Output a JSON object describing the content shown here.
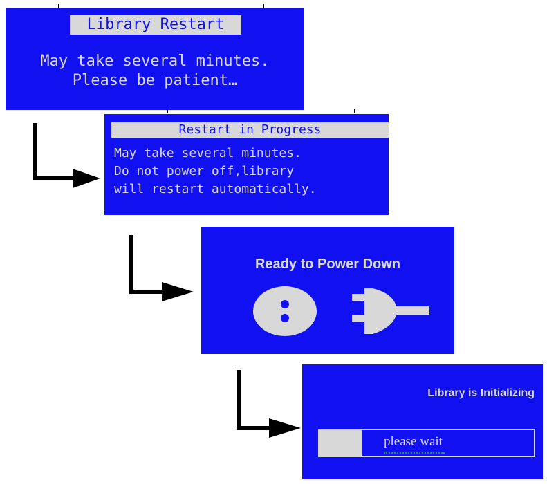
{
  "screens": [
    {
      "title": "Library Restart",
      "lines": [
        "May take several minutes.",
        "Please be patient…"
      ]
    },
    {
      "title": "Restart in Progress",
      "lines": [
        "May take several minutes.",
        "Do not power off,library",
        "will restart automatically."
      ]
    },
    {
      "title": "Ready to Power Down",
      "icons": [
        "power-outlet-icon",
        "power-plug-icon"
      ]
    },
    {
      "title": "Library is Initializing",
      "progress_label": "please wait",
      "progress": 0.2
    }
  ],
  "colors": {
    "screen_background": "#1010f0",
    "screen_text": "#d8d8e8",
    "highlight": "#d8d8d8",
    "arrow": "#000000"
  }
}
